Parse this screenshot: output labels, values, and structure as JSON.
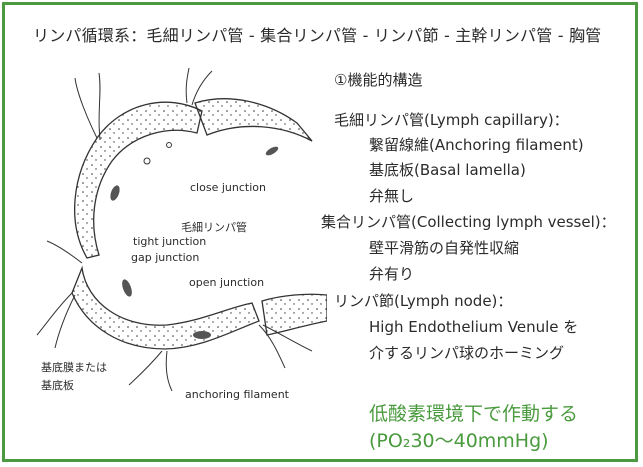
{
  "title": "リンパ循環系：毛細リンパ管 - 集合リンパ管 - リンパ節 - 主幹リンパ管 - 胸管",
  "diagram_labels": {
    "close_junction": "close junction",
    "capillary": "毛細リンパ管",
    "tight_junction": "tight junction",
    "gap_junction": "gap junction",
    "open_junction": "open junction",
    "basement": "基底膜または",
    "basal_plate": "基底板",
    "anchoring": "anchoring filament"
  },
  "text": {
    "heading": "①機能的構造",
    "capillary_title": "毛細リンパ管(Lymph capillary)：",
    "capillary_1": "繋留線維(Anchoring filament)",
    "capillary_2": "基底板(Basal lamella)",
    "capillary_3": "弁無し",
    "collecting_title": "集合リンパ管(Collecting lymph vessel)：",
    "collecting_1": "壁平滑筋の自発性収縮",
    "collecting_2": "弁有り",
    "node_title": "リンパ節(Lymph node)：",
    "node_1": "High Endothelium Venule を",
    "node_2": "介するリンパ球のホーミング",
    "hypoxia_1": "低酸素環境下で作動する",
    "hypoxia_2": "(PO₂30～40mmHg)"
  },
  "colors": {
    "border": "#4c9a3f",
    "accent_text": "#4a9a3e"
  }
}
